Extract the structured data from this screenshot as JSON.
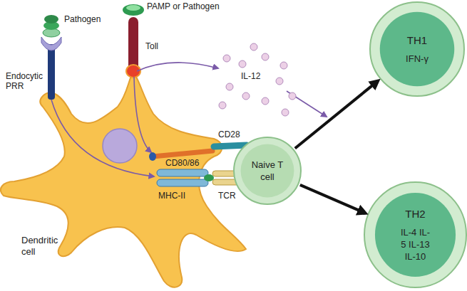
{
  "diagram": {
    "nodes": [
      {
        "text": [
          "Dendritic cell"
        ]
      },
      {
        "text": [
          "Naive T cell"
        ]
      },
      {
        "text": [
          "TH1",
          "IFN-γ"
        ]
      },
      {
        "text": [
          "TH2",
          "IL-4 IL-5 IL-13 IL-10"
        ]
      }
    ],
    "edges": [
      {
        "from": 1,
        "to": 2,
        "arrow": "to"
      },
      {
        "from": 1,
        "to": 3,
        "arrow": "to"
      }
    ],
    "labels": [
      "PAMP or Pathogen",
      "Pathogen",
      "Toll",
      "Endocytic PRR",
      "IL-12",
      "CD28",
      "CD80/86",
      "MHC-II",
      "TCR"
    ]
  }
}
